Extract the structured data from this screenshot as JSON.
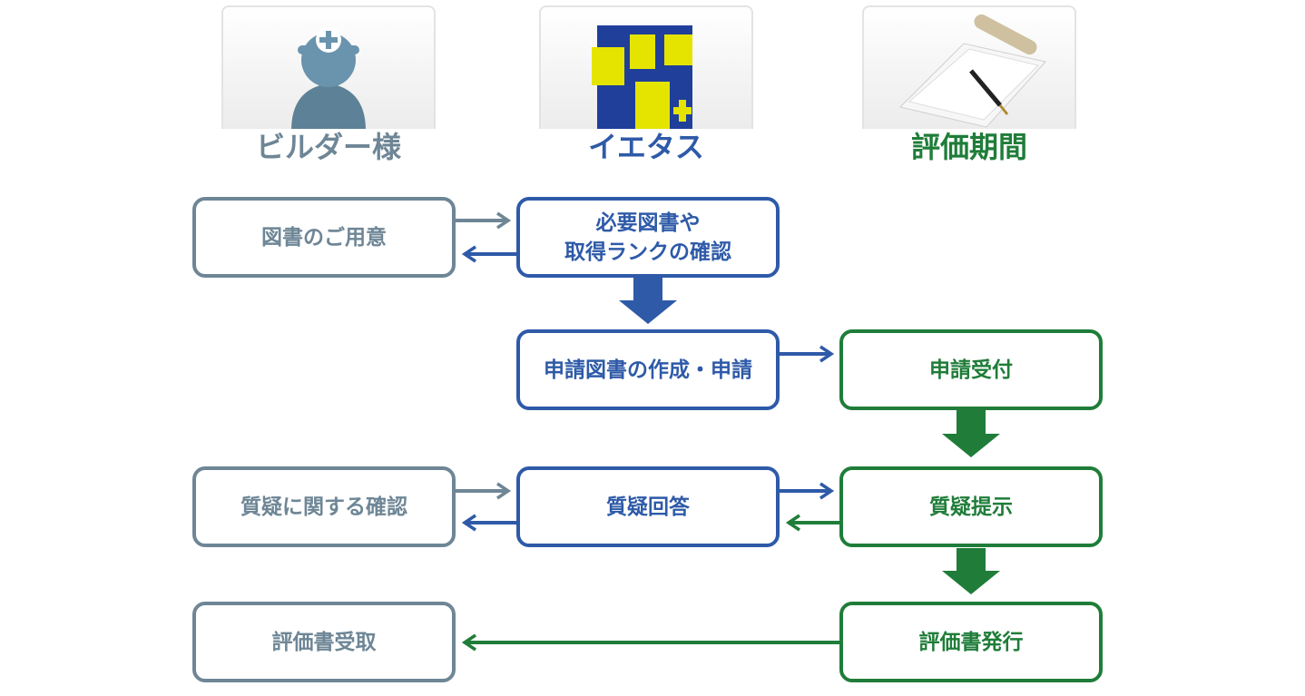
{
  "columns": {
    "builder": {
      "title": "ビルダー様",
      "icon": "builder-person-icon",
      "color": "#6e8696"
    },
    "ietasu": {
      "title": "イエタス",
      "icon": "ietasu-logo-icon",
      "color": "#2e5aa8"
    },
    "evaluator": {
      "title": "評価期間",
      "icon": "document-pen-icon",
      "color": "#1f7d39"
    }
  },
  "steps": {
    "prepare_docs": "図書のご用意",
    "confirm_line1": "必要図書や",
    "confirm_line2": "取得ランクの確認",
    "create_apply": "申請図書の作成・申請",
    "accept": "申請受付",
    "confirm_question": "質疑に関する確認",
    "answer": "質疑回答",
    "present_question": "質疑提示",
    "receive_report": "評価書受取",
    "issue_report": "評価書発行"
  },
  "colors": {
    "builder": "#6e8696",
    "ietasu": "#2e5aa8",
    "evaluator": "#1f7d39"
  }
}
